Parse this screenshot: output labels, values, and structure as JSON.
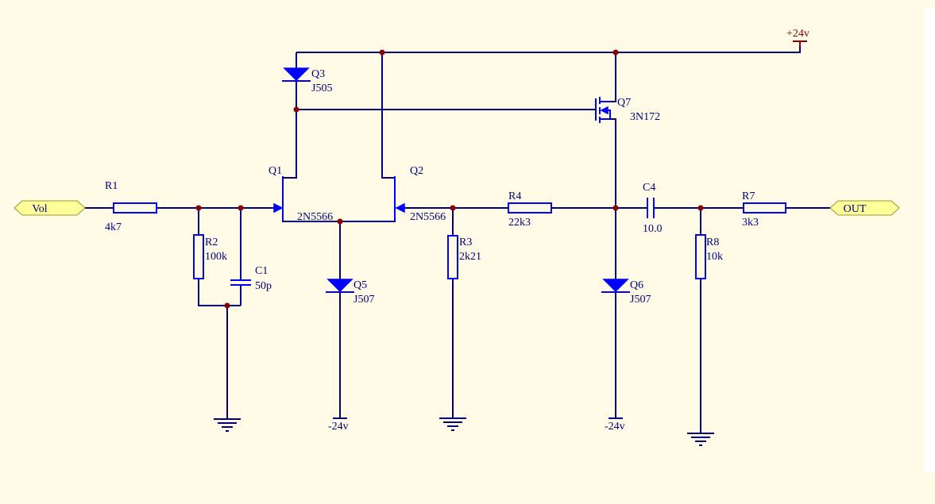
{
  "ports": {
    "input": "Vol",
    "output": "OUT"
  },
  "power": {
    "positive": "+24v",
    "negative_q5": "-24v",
    "negative_q6": "-24v"
  },
  "components": {
    "R1": {
      "ref": "R1",
      "value": "4k7"
    },
    "R2": {
      "ref": "R2",
      "value": "100k"
    },
    "C1": {
      "ref": "C1",
      "value": "50p"
    },
    "Q1": {
      "ref": "Q1",
      "value": "2N5566"
    },
    "Q2": {
      "ref": "Q2",
      "value": "2N5566"
    },
    "Q3": {
      "ref": "Q3",
      "value": "J505"
    },
    "Q5": {
      "ref": "Q5",
      "value": "J507"
    },
    "R3": {
      "ref": "R3",
      "value": "2k21"
    },
    "R4": {
      "ref": "R4",
      "value": "22k3"
    },
    "Q7": {
      "ref": "Q7",
      "value": "3N172"
    },
    "C4": {
      "ref": "C4",
      "value": "10.0"
    },
    "Q6": {
      "ref": "Q6",
      "value": "J507"
    },
    "R7": {
      "ref": "R7",
      "value": "3k3"
    },
    "R8": {
      "ref": "R8",
      "value": "10k"
    }
  },
  "colors": {
    "background": "#fffbe6",
    "wire": "#00007f",
    "component": "#0000ff",
    "junction": "#8b0000",
    "port_fill": "#ffff99"
  }
}
